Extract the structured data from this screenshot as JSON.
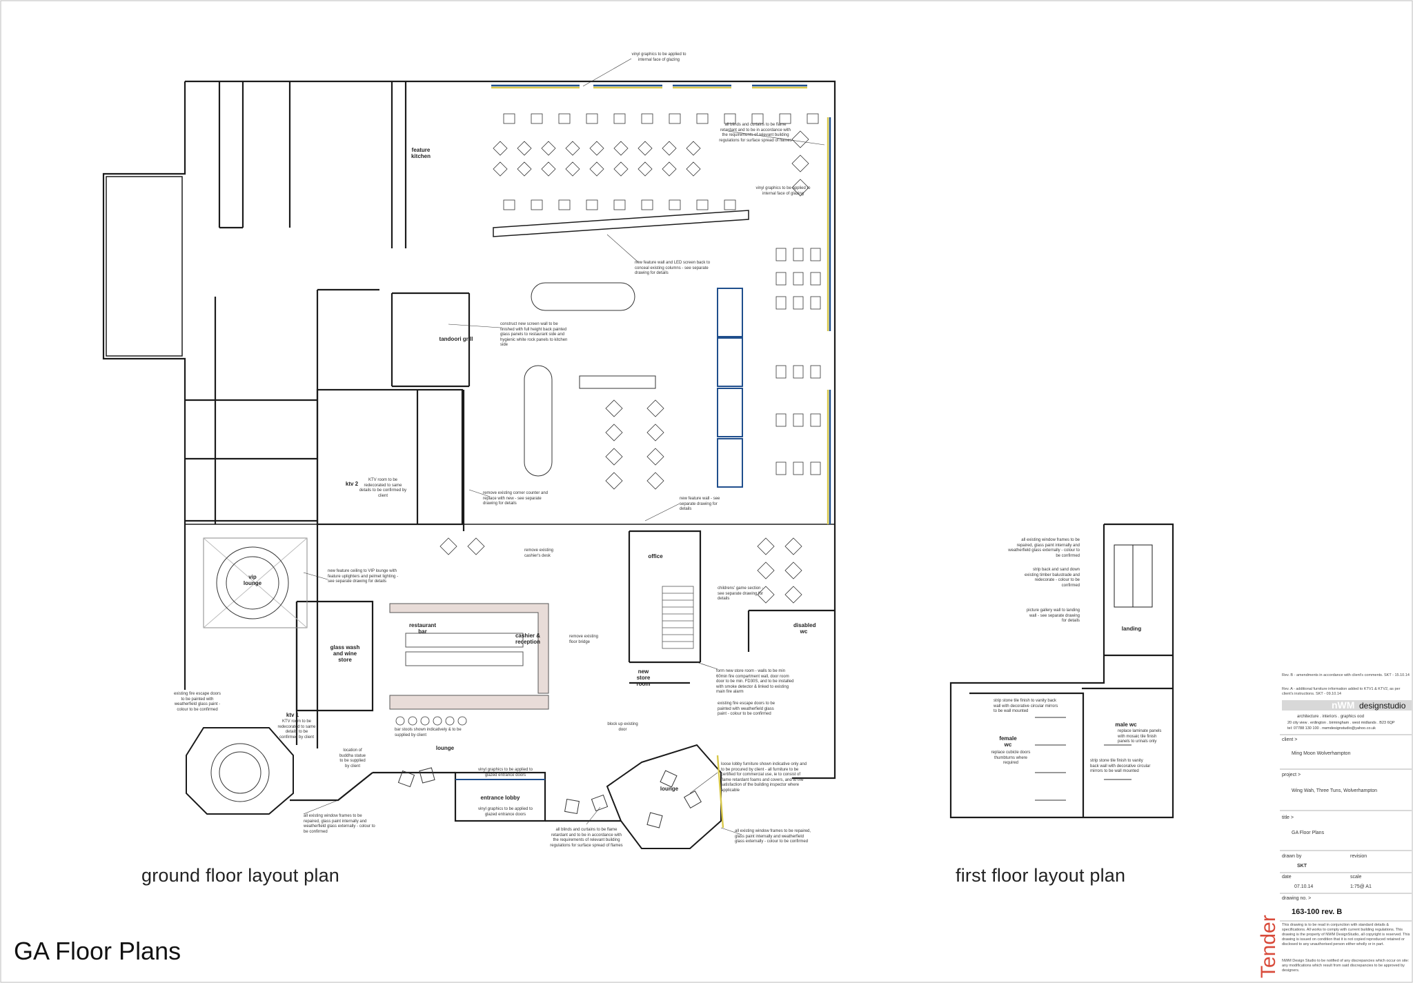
{
  "sheet_title": "GA Floor Plans",
  "plan_titles": {
    "ground": "ground floor layout plan",
    "first": "first floor layout plan"
  },
  "stamp": "Tender",
  "rooms": {
    "feature_kitchen": "feature kitchen",
    "tandoori_grill": "tandoori grill",
    "ktv2": "ktv 2",
    "vip_lounge": "vip lounge",
    "glass_wash": "glass wash and wine store",
    "restaurant_bar": "restaurant bar",
    "cashier_reception": "cashier & reception",
    "office": "office",
    "new_store_room": "new store room",
    "disabled_wc": "disabled wc",
    "ktv1": "ktv 1",
    "lounge_mid": "lounge",
    "entrance_lobby": "entrance lobby",
    "lounge_right": "lounge",
    "landing": "landing",
    "female_wc": "female wc",
    "male_wc": "male wc"
  },
  "notes": {
    "vinyl_top": "vinyl graphics to be applied to internal face of glazing",
    "blinds_top": "all blinds and curtains to be flame retardant and to be in accordance with the requirements of relevant building regulations for surface spread of flames",
    "vinyl_right": "vinyl graphics to be applied to internal face of glazing",
    "feature_wall": "new feature wall and LED screen back to conceal existing columns - see separate drawing for details",
    "screen_wall": "construct new screen wall to be finished with full height back painted glass panels to restaurant side and hygienic white rock panels to kitchen side",
    "ktv_room": "KTV room to be redecorated to same details to be confirmed by client",
    "remove_counter": "remove existing corner counter and replace with new - see separate drawing for details",
    "feature_ceiling": "new feature ceiling to VIP lounge with feature uplighters and pelmet lighting - see separate drawing for details",
    "new_feature_wall": "new feature wall - see separate drawing for details",
    "remove_desk": "remove existing cashier's desk",
    "childrens_game": "childrens' game section - see separate drawing for details",
    "form_store": "form new store room - walls to be min 60min fire compartment wall, door room door to be min. FD30S, and to be installed with smoke detector & linked to existing main fire alarm",
    "fire_doors": "existing fire escape doors to be painted with weatherfield glass paint - colour to be confirmed",
    "window_left": "existing fire escape doors to be painted with weatherfield glass paint - colour to be confirmed",
    "ktv1_note": "KTV room to be redecorated to same details to be confirmed by client",
    "bar_stools": "bar stools shown indicatively & to be supplied by client",
    "buddha": "location of buddha statue to be supplied by client",
    "vinyl_lobby": "vinyl graphics to be applied to glazed entrance doors",
    "vinyl_lobby2": "vinyl graphics to be applied to glazed entrance doors",
    "loose_furniture": "loose lobby furniture shown indicative only and to be procured by client - all furniture to be certified for commercial use, ie to consist of flame retardant foams and covers, and to the satisfaction of the building inspector where applicable",
    "window_frames_bottom": "all existing window frames to be repaired, glass paint internally and weatherfield glass externally - colour to be confirmed",
    "blinds_bottom": "all blinds and curtains to be flame retardant and to be in accordance with the requirements of relevant building regulations for surface spread of flames",
    "window_frames_right": "all existing window frames to be repaired, glass paint internally and weatherfield glass externally - colour to be confirmed",
    "ff_window": "all existing window frames to be repaired, glass paint internally and weatherfield glass externally - colour to be confirmed",
    "ff_strip": "strip back and sand down existing timber balustrade and redecorate - colour to be confirmed",
    "ff_picture": "picture gallery wall to landing wall - see separate drawing for details",
    "ff_vanity_f": "strip stone tile finish to vanity back wall with decorative circular mirrors to be wall mounted",
    "ff_cubicle": "replace cubicle doors thumbturns where required",
    "ff_male": "replace laminate panels with mosaic tile finish panels to urinals only",
    "ff_vanity_m": "strip stone tile finish to vanity back wall with decorative circular mirrors to be wall mounted",
    "block_up": "block up existing door",
    "remove_bridge": "remove existing floor bridge"
  },
  "title_block": {
    "rev_b": "Rev. B - amendments in accordance with client's comments. SKT - 15.10.14",
    "rev_a": "Rev. A - additional furniture information added to KTV1 & KTV2, as per client's instructions. SKT - 09.10.14",
    "logo_mark": "nWM",
    "logo_text": "designstudio",
    "tagline": "architecture . interiors . graphics ood",
    "address": "20 city view . erdington . birmingham . west midlands . B23 6QP",
    "contact": "tel: 07788 130 100 . nwmdesignstudio@yahoo.co.uk",
    "client_label": "client >",
    "client": "Ming Moon Wolverhampton",
    "project_label": "project >",
    "project": "Wing Wah, Three Tuns, Wolverhampton",
    "title_label": "title >",
    "title": "GA Floor Plans",
    "drawn_by_label": "drawn by",
    "drawn_by": "SKT",
    "revision_label": "revision",
    "date_label": "date",
    "date": "07.10.14",
    "scale_label": "scale",
    "scale": "1:75@ A1",
    "drawing_no_label": "drawing no. >",
    "drawing_no": "163-100 rev. B",
    "disclaimer1": "This drawing is to be read in conjunction with standard details & specifications. All works to comply with current building regulations. This drawing is the property of NWM DesignStudio, all copyright is reserved. This drawing is issued on condition that it is not copied reproduced retained or disclosed to any unauthorised person either wholly or in part.",
    "disclaimer2": "NWM Design Studio to be notified of any discrepancies which occur on site: any modifications which result from said discrepancies to be approved by designers."
  },
  "colors": {
    "wall": "#1a1a1a",
    "glazing_blue": "#1f4e8c",
    "glazing_yellow": "#d8c84a",
    "bar_fill": "#e8dcd8",
    "tender_red": "#d84a3a"
  }
}
